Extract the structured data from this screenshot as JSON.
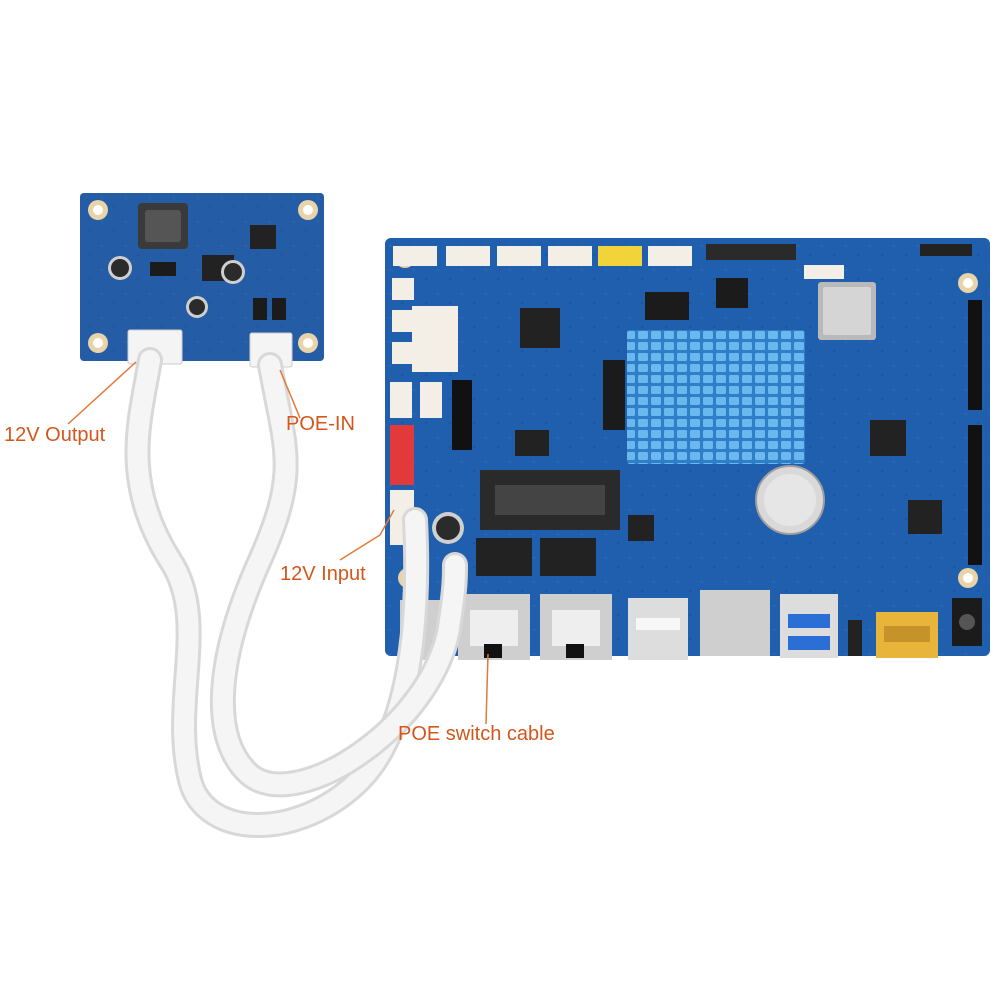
{
  "colors": {
    "callout_text": "#d4561b",
    "leader_line": "#e07a3a",
    "pcb_blue": "#1f5fae",
    "pcb_dark": "#174a8c",
    "small_pcb": "#2a5a9e",
    "heatsink": "#4fa3e0",
    "cable": "#f2f2f2",
    "hdmi_gold": "#e8b53a",
    "usb3_blue": "#2b6fd6",
    "background": "#ffffff"
  },
  "callouts": {
    "output_12v": "12V Output",
    "poe_in": "POE-IN",
    "input_12v": "12V Input",
    "poe_switch_cable": "POE switch cable"
  }
}
